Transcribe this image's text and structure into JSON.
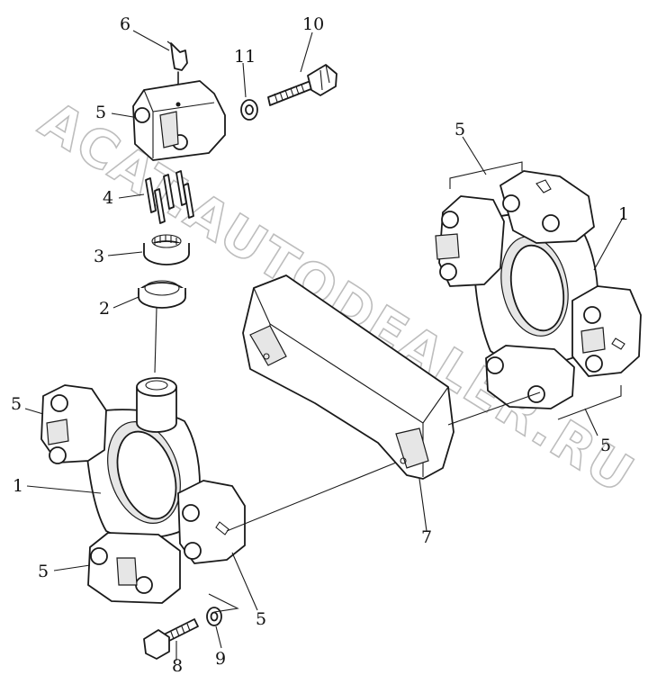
{
  "watermark": "ACAT.AUTODEALER.RU",
  "callouts": {
    "c1a": "1",
    "c1b": "1",
    "c2": "2",
    "c3": "3",
    "c4": "4",
    "c5a": "5",
    "c5b": "5",
    "c5c": "5",
    "c5d": "5",
    "c5e": "5",
    "c5f": "5",
    "c6": "6",
    "c7": "7",
    "c8": "8",
    "c9": "9",
    "c10": "10",
    "c11": "11"
  }
}
